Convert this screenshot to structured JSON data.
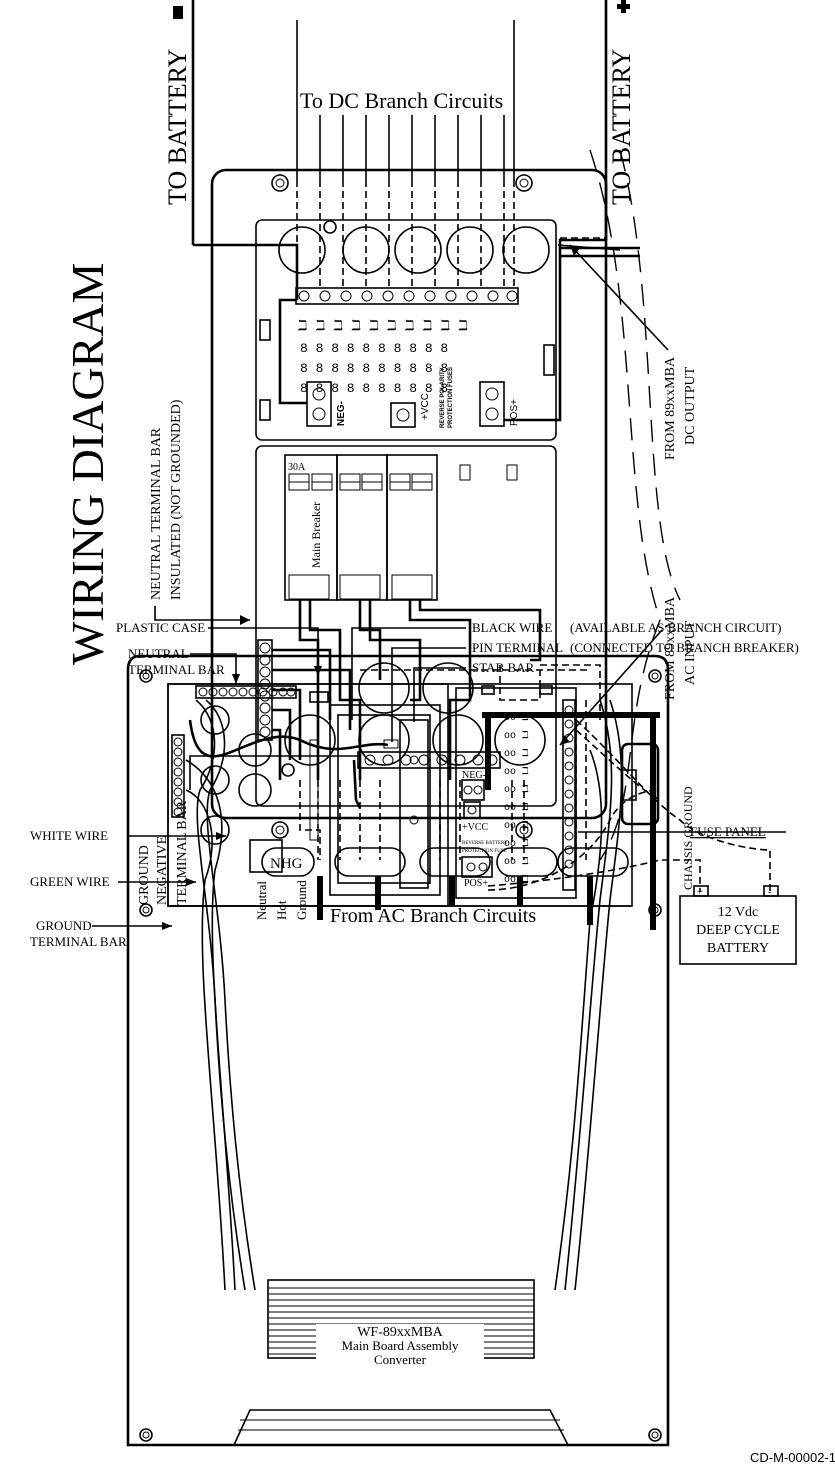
{
  "title": "WIRING DIAGRAM",
  "top_diagram": {
    "to_battery_neg": "TO BATTERY",
    "neg_sign": "-",
    "to_battery_pos": "TO BATTERY",
    "pos_sign": "+",
    "dc_branch": "To DC Branch Circuits",
    "neutral_bar_line1": "NEUTRAL TERMINAL BAR",
    "neutral_bar_line2": "INSULATED (NOT GROUNDED)",
    "ground_label": "GROUND",
    "negative_bar_line1": "NEGATIVE",
    "negative_bar_line2": "TERMINAL BAR",
    "from_dc_line1": "FROM 89xxMBA",
    "from_dc_line2": "DC OUTPUT",
    "from_ac_line1": "FROM 89xxMBA",
    "from_ac_line2": "AC INPUT",
    "chassis_ground": "CHASSIS GROUND",
    "neg_terminal": "NEG-",
    "vcc_terminal": "+VCC",
    "pos_terminal": "POS+",
    "reverse_polarity": "REVERSE POLARITY",
    "protection_fuses": "PROTECTION FUSES",
    "breaker_rating": "30A",
    "main_breaker": "Main Breaker",
    "nhg": "NHG",
    "wire_neutral": "Neutral",
    "wire_hot": "Hot",
    "wire_ground": "Ground",
    "from_ac_branch": "From AC Branch Circuits"
  },
  "bottom_diagram": {
    "plastic_case": "PLASTIC CASE",
    "neutral_tb_line1": "NEUTRAL",
    "neutral_tb_line2": "TERMINAL BAR",
    "black_wire": "BLACK WIRE",
    "pin_terminal": "PIN TERMINAL",
    "stab_bar": "STAB BAR",
    "available_branch": "(AVAILABLE AS BRANCH CIRCUIT)",
    "connected_breaker": "(CONNECTED TO BRANCH BREAKER)",
    "white_wire": "WHITE WIRE",
    "green_wire": "GREEN WIRE",
    "ground_tb_line1": "GROUND",
    "ground_tb_line2": "TERMINAL BAR",
    "fuse_panel": "FUSE PANEL",
    "neg_terminal": "NEG-",
    "vcc_terminal": "+VCC",
    "reverse_battery": "REVERSE BATTERY",
    "protection_fuse": "PROTECTION FUSE",
    "pos_terminal": "POS+",
    "battery_line1": "12 Vdc",
    "battery_line2": "DEEP CYCLE",
    "battery_line3": "BATTERY",
    "battery_pos": "+",
    "battery_neg": "-",
    "converter_line1": "WF-89xxMBA",
    "converter_line2": "Main Board Assembly",
    "converter_line3": "Converter"
  },
  "doc_number": "CD-M-00002-1"
}
